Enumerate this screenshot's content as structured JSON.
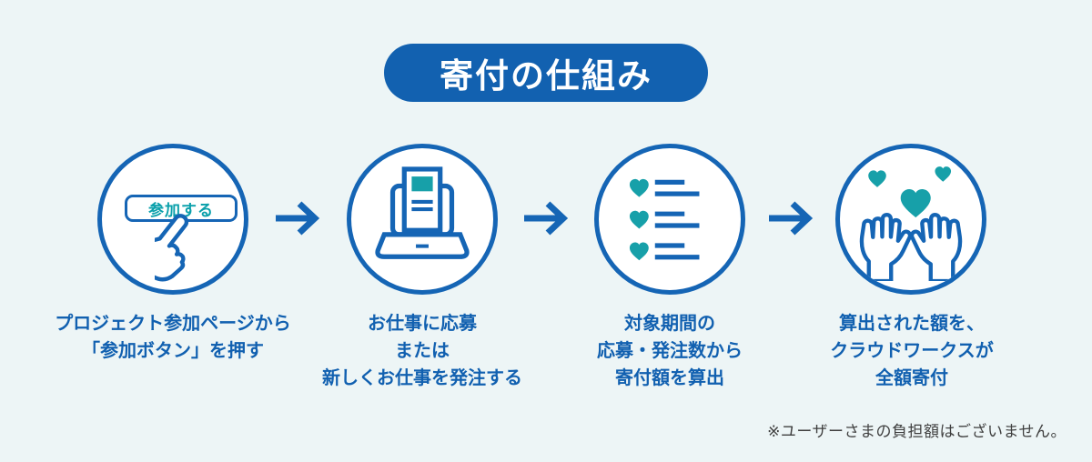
{
  "title": {
    "label": "寄付の仕組み"
  },
  "steps": [
    {
      "icon": "join-button-click-icon",
      "button_label": "参加する",
      "caption_lines": [
        "プロジェクト参加ページから",
        "「参加ボタン」を押す"
      ]
    },
    {
      "icon": "laptop-job-document-icon",
      "caption_lines": [
        "お仕事に応募",
        "または",
        "新しくお仕事を発注する"
      ]
    },
    {
      "icon": "heart-list-icon",
      "caption_lines": [
        "対象期間の",
        "応募・発注数から",
        "寄付額を算出"
      ]
    },
    {
      "icon": "hands-holding-hearts-icon",
      "caption_lines": [
        "算出された額を、",
        "クラウドワークスが",
        "全額寄付"
      ]
    }
  ],
  "footnote": "※ユーザーさまの負担額はございません。",
  "colors": {
    "background": "#edf5f6",
    "pill_blue": "#1261b0",
    "line_blue": "#1565b5",
    "text_blue": "#1160b0",
    "accent_teal": "#17a0a9",
    "note_gray": "#3f3f3f"
  }
}
